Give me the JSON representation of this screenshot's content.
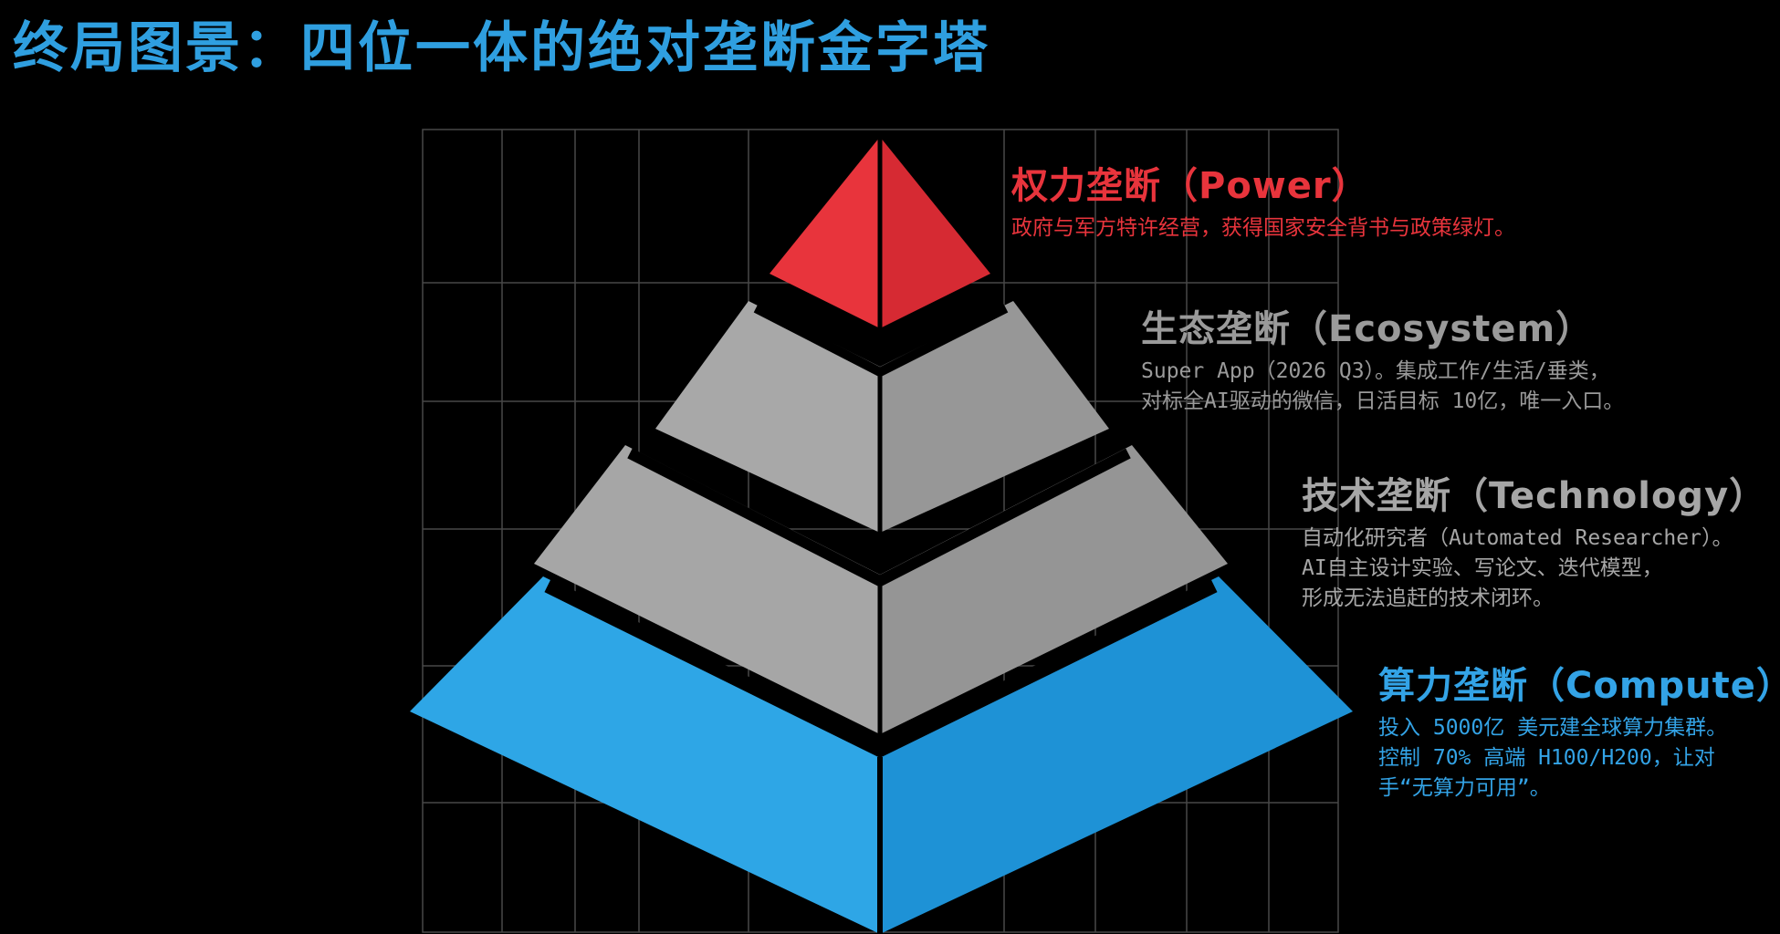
{
  "title": "终局图景：四位一体的绝对垄断金字塔",
  "colors": {
    "title": "#2f9fe0",
    "power": "#e8343c",
    "ecosystem": "#9a9a9a",
    "technology": "#a6a6a6",
    "compute": "#2ea6e6",
    "compute_text": "#33a3e6",
    "grid": "#5a5a5a"
  },
  "layers": {
    "power": {
      "title": "权力垄断（Power）",
      "lines": [
        "政府与军方特许经营，获得国家安全背书与政策绿灯。"
      ]
    },
    "ecosystem": {
      "title": "生态垄断（Ecosystem）",
      "lines": [
        "Super App（2026 Q3）。集成工作/生活/垂类，",
        "对标全AI驱动的微信，日活目标 10亿，唯一入口。"
      ]
    },
    "technology": {
      "title": "技术垄断（Technology）",
      "lines": [
        "自动化研究者（Automated Researcher）。",
        "AI自主设计实验、写论文、迭代模型，",
        "形成无法追赶的技术闭环。"
      ]
    },
    "compute": {
      "title": "算力垄断（Compute）",
      "lines": [
        "投入 5000亿 美元建全球算力集群。",
        "控制 70% 高端 H100/H200，让对",
        "手“无算力可用”。"
      ]
    }
  }
}
